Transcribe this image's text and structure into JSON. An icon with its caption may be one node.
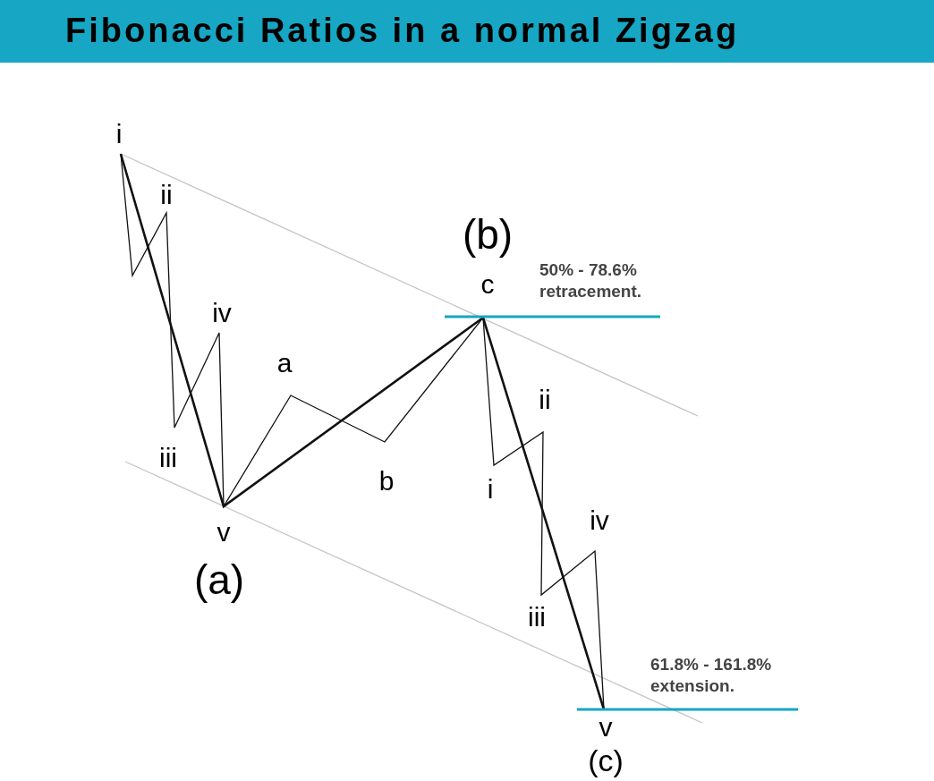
{
  "diagram": {
    "title": "Fibonacci Ratios in a normal Zigzag",
    "labels": [
      "i",
      "ii",
      "(b)",
      "c",
      "50% - 78.6% retracement.",
      "iv",
      "a",
      "ii",
      "iii",
      "b",
      "i",
      "v",
      "iv",
      "(a)",
      "iii",
      "61.8% - 161.8% extension.",
      "v",
      "(c)"
    ]
  }
}
